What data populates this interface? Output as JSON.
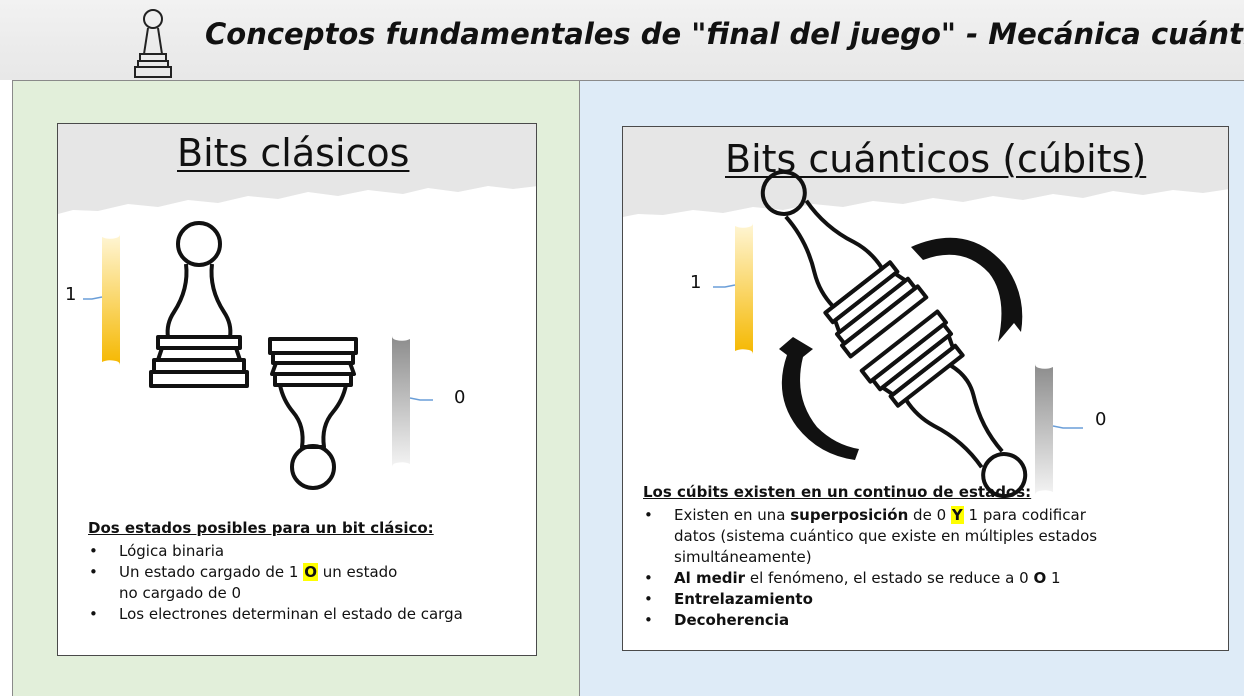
{
  "header": {
    "title": "Conceptos fundamentales de \"final del juego\" - Mecánica cuántica"
  },
  "classical": {
    "title": "Bits clásicos",
    "label_one": "1",
    "label_zero": "0",
    "heading": "Dos estados posibles para un bit clásico:",
    "bullet1": "Lógica binaria",
    "bullet2_a": "Un estado cargado de 1",
    "bullet2_hl": "O",
    "bullet2_b": "un estado",
    "bullet2_c": "no cargado de 0",
    "bullet3": "Los electrones determinan el estado de carga"
  },
  "quantum": {
    "title": "Bits cuánticos (cúbits)",
    "label_one": "1",
    "label_zero": "0",
    "heading": "Los cúbits existen en un continuo de estados:",
    "b1_a": "Existen en una",
    "b1_bold": "superposición",
    "b1_b": "de 0",
    "b1_hl": "Y",
    "b1_c": "1 para codificar",
    "b1_d": "datos (sistema cuántico que existe en múltiples estados",
    "b1_e": "simultáneamente)",
    "b2_bold": "Al medir",
    "b2_a": "el fenómeno, el estado se reduce a 0",
    "b2_o": "O",
    "b2_b": "1",
    "b3": "Entrelazamiento",
    "b4": "Decoherencia"
  },
  "colors": {
    "green_panel": "#e2efda",
    "blue_panel": "#deebf7",
    "gauge_one": "#f5b800",
    "gauge_zero": "#a6a6a6",
    "highlight": "#ffff00"
  }
}
